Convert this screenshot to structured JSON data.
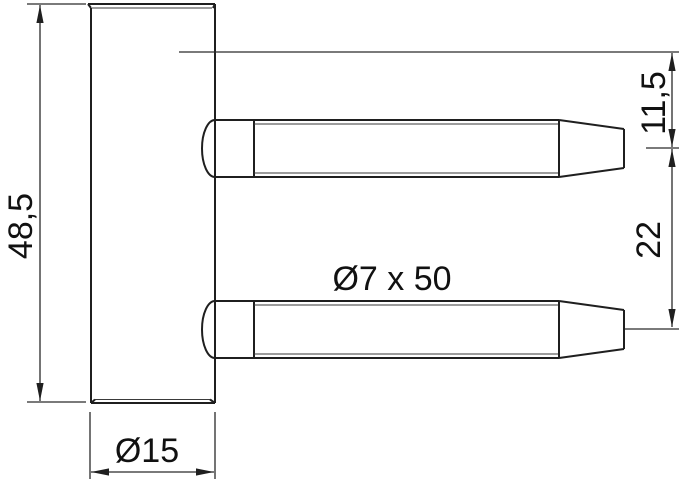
{
  "drawing": {
    "labels": {
      "height": "48,5",
      "body_diameter": "Ø15",
      "pin_spec": "Ø7 x 50",
      "offset_top": "11,5",
      "pin_spacing": "22"
    },
    "colors": {
      "line": "#1f1f1f",
      "dimension_line": "#2a2a2a",
      "text": "#111111",
      "background": "#ffffff"
    }
  }
}
